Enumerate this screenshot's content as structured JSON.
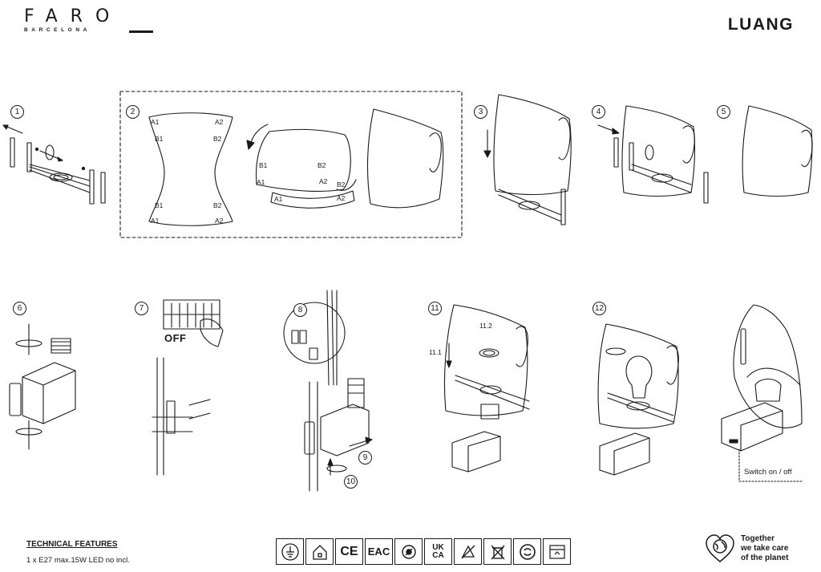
{
  "header": {
    "brand": "FARO",
    "brand_sub": "BARCELONA",
    "product": "LUANG"
  },
  "steps": [
    "1",
    "2",
    "3",
    "4",
    "5",
    "6",
    "7",
    "8",
    "9",
    "10",
    "11",
    "12"
  ],
  "shade_labels": {
    "a1": "A1",
    "a2": "A2",
    "b1": "B1",
    "b2": "B2"
  },
  "sub_steps": {
    "s11_1": "11.1",
    "s11_2": "11.2"
  },
  "off_label": "OFF",
  "switch_label": "Switch on / off",
  "technical": {
    "title": "TECHNICAL FEATURES",
    "spec": "1 x E27 max.15W LED no incl."
  },
  "certifications": [
    "earth-icon",
    "class-icon",
    "CE",
    "EAC",
    "rohs-icon",
    "UKCA",
    "weee-icon",
    "bin-icon",
    "recycle-icon",
    "recycle-box-icon"
  ],
  "cert_text": {
    "ce": "CE",
    "eac": "EAC",
    "ukca_top": "UK",
    "ukca_bottom": "CA"
  },
  "planet": {
    "line1": "Together",
    "line2": "we take care",
    "line3": "of the planet"
  }
}
